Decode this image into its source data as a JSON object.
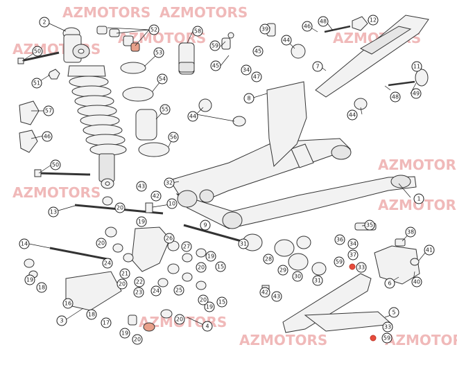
{
  "watermark": "AZMOTORS",
  "callout_labels": [
    "1",
    "2",
    "3",
    "4",
    "5",
    "6",
    "7",
    "8",
    "9",
    "10",
    "11",
    "12",
    "13",
    "14",
    "15",
    "16",
    "17",
    "18",
    "19",
    "20",
    "21",
    "22",
    "23",
    "24",
    "25",
    "26",
    "27",
    "28",
    "29",
    "30",
    "31",
    "32",
    "33",
    "34",
    "35",
    "36",
    "37",
    "38",
    "39",
    "40",
    "41",
    "42",
    "43",
    "44",
    "45",
    "46",
    "47",
    "48",
    "49",
    "50",
    "51",
    "52",
    "53",
    "54",
    "55",
    "56",
    "57",
    "58",
    "59"
  ],
  "highlight_colors": {
    "part": "#e8a08a",
    "marker": "#e74c3c"
  }
}
